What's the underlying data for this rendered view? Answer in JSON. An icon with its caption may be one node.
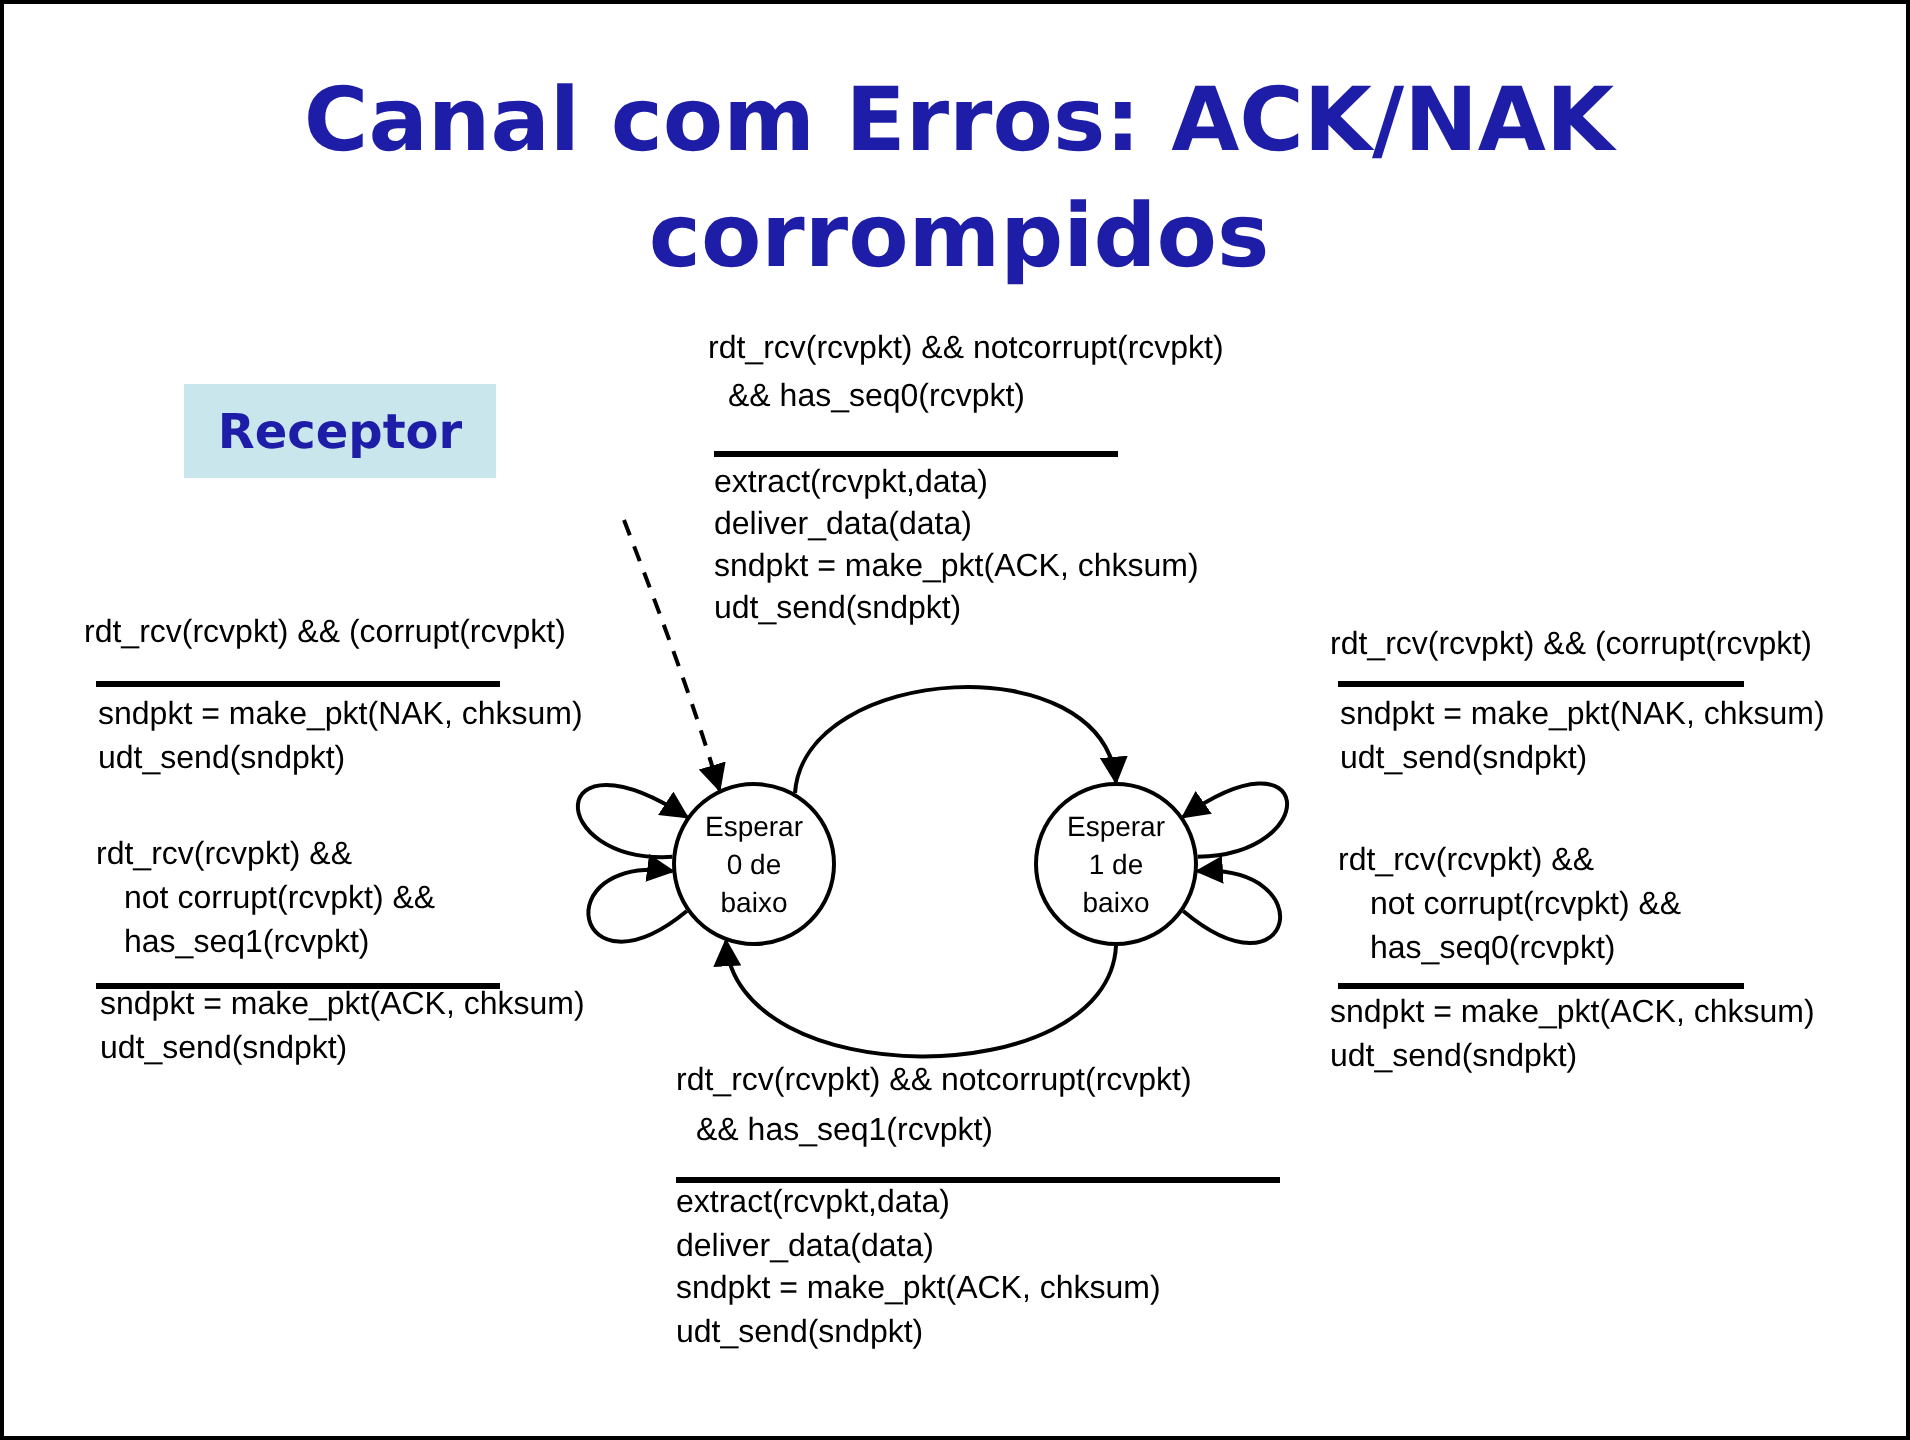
{
  "diagram": {
    "title": "Canal com Erros: ACK/NAK corrompidos",
    "nodes": [
      {
        "text": [
          "Esperar 0 de baixo"
        ]
      },
      {
        "text": [
          "Esperar 1 de baixo"
        ]
      },
      {
        "text": [
          "Receptor"
        ]
      }
    ],
    "edges": [
      {
        "from": null,
        "to": 0,
        "arrow": "to",
        "style": "dashed"
      },
      {
        "from": 0,
        "to": 1,
        "arrow": "to"
      },
      {
        "from": 1,
        "to": 0,
        "arrow": "to"
      },
      {
        "from": 0,
        "to": 0,
        "arrow": "to"
      },
      {
        "from": 0,
        "to": 0,
        "arrow": "to"
      },
      {
        "from": 1,
        "to": 1,
        "arrow": "to"
      },
      {
        "from": 1,
        "to": 1,
        "arrow": "to"
      }
    ],
    "labels": [
      "rdt_rcv(rcvpkt) && notcorrupt(rcvpkt)",
      "&& has_seq0(rcvpkt)",
      "extract(rcvpkt,data)",
      "deliver_data(data)",
      "sndpkt = make_pkt(ACK, chksum)",
      "udt_send(sndpkt)",
      "rdt_rcv(rcvpkt) && (corrupt(rcvpkt)",
      "sndpkt = make_pkt(NAK, chksum)",
      "udt_send(sndpkt)",
      "rdt_rcv(rcvpkt) && (corrupt(rcvpkt)",
      "sndpkt = make_pkt(NAK, chksum)",
      "udt_send(sndpkt)",
      "rdt_rcv(rcvpkt) &&",
      "not corrupt(rcvpkt) &&",
      "has_seq1(rcvpkt)",
      "sndpkt = make_pkt(ACK, chksum)",
      "udt_send(sndpkt)",
      "rdt_rcv(rcvpkt) &&",
      "not corrupt(rcvpkt) &&",
      "has_seq0(rcvpkt)",
      "sndpkt = make_pkt(ACK, chksum)",
      "udt_send(sndpkt)",
      "rdt_rcv(rcvpkt) && notcorrupt(rcvpkt)",
      "&& has_seq1(rcvpkt)",
      "extract(rcvpkt,data)",
      "deliver_data(data)",
      "sndpkt = make_pkt(ACK, chksum)",
      "udt_send(sndpkt)"
    ]
  }
}
